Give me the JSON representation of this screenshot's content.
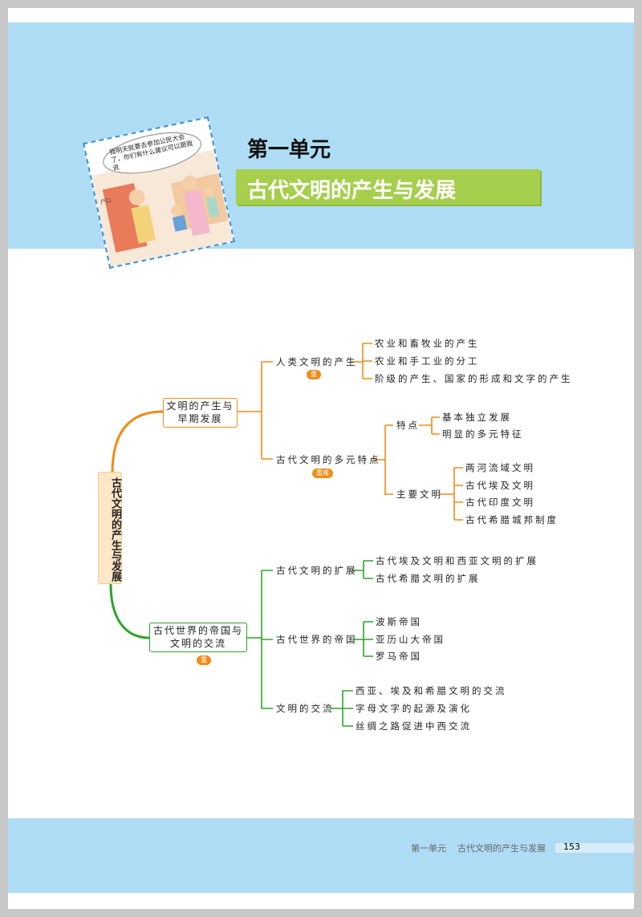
{
  "header": {
    "unit": "第一单元",
    "title": "古代文明的产生与发展"
  },
  "illustration": {
    "speech": "我明天就要去参加公民大会了，你们有什么建议可以跟我说",
    "sign": "户口"
  },
  "mindmap": {
    "root": "古代文明的产生与发展",
    "branch1": {
      "label_line1": "文明的产生与",
      "label_line2": "早期发展",
      "a": {
        "label": "人类文明的产生",
        "badge": "重",
        "items": [
          "农业和畜牧业的产生",
          "农业和手工业的分工",
          "阶级的产生、国家的形成和文字的产生"
        ]
      },
      "b": {
        "label": "古代文明的多元特点",
        "badge": "重难",
        "c1": {
          "label": "特点",
          "items": [
            "基本独立发展",
            "明显的多元特征"
          ]
        },
        "c2": {
          "label": "主要文明",
          "items": [
            "两河流域文明",
            "古代埃及文明",
            "古代印度文明",
            "古代希腊城邦制度"
          ]
        }
      }
    },
    "branch2": {
      "label_line1": "古代世界的帝国与",
      "label_line2": "文明的交流",
      "badge": "重",
      "a": {
        "label": "古代文明的扩展",
        "items": [
          "古代埃及文明和西亚文明的扩展",
          "古代希腊文明的扩展"
        ]
      },
      "b": {
        "label": "古代世界的帝国",
        "items": [
          "波斯帝国",
          "亚历山大帝国",
          "罗马帝国"
        ]
      },
      "c": {
        "label": "文明的交流",
        "items": [
          "西亚、埃及和希腊文明的交流",
          "字母文字的起源及演化",
          "丝绸之路促进中西交流"
        ]
      }
    }
  },
  "footer": {
    "unit": "第一单元",
    "title": "古代文明的产生与发展",
    "page": "153"
  },
  "colors": {
    "orange": "#f08c1a",
    "green": "#2aa52a",
    "band": "#aedcf5",
    "title_bar": "#a5cf4c"
  }
}
